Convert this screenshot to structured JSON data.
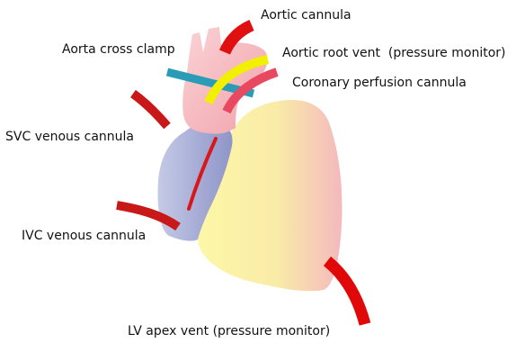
{
  "labels": {
    "aortic_cannula": "Aortic cannula",
    "aorta_cross_clamp": "Aorta cross clamp",
    "aortic_root_vent": "Aortic root vent  (pressure monitor)",
    "coronary_perfusion_cannula": "Coronary perfusion cannula",
    "svc_venous_cannula": "SVC venous cannula",
    "ivc_venous_cannula": "IVC venous cannula",
    "lv_apex_vent": "LV apex vent (pressure monitor)"
  },
  "colors": {
    "cannula_red": "#e01010",
    "cannula_dark_red": "#cc1414",
    "clamp_teal": "#2b9cb8",
    "vent_yellow": "#f0f000",
    "coronary_pink": "#e84860",
    "ventricle_yellow": "#fbf3a0",
    "ventricle_pink": "#f6c2c4",
    "right_atrium_blue": "#a8aed6",
    "aorta_pink": "#f6b8be"
  }
}
